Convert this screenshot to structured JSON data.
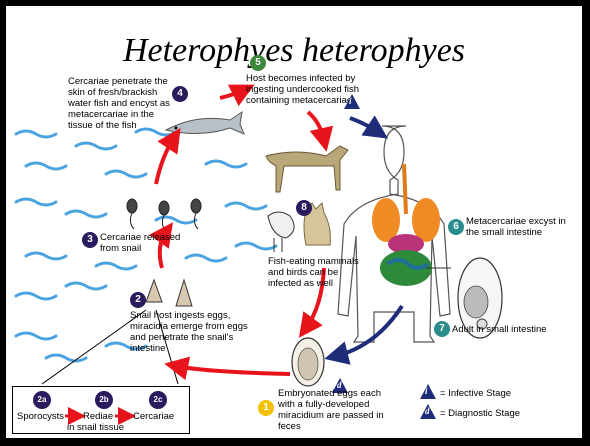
{
  "title": "Heterophyes heterophyes",
  "steps": {
    "s1": {
      "num": "1",
      "text": "Embryonated eggs each with a fully-developed miracidium are passed in feces"
    },
    "s2": {
      "num": "2",
      "text": "Snail host ingests eggs, miracidia emerge from eggs and penetrate the snail's intestine"
    },
    "s2a": {
      "num": "2a",
      "text": "Sporocysts"
    },
    "s2b": {
      "num": "2b",
      "text": "Rediae"
    },
    "s2c": {
      "num": "2c",
      "text": "Cercariae"
    },
    "snail_tissue": "in snail tissue",
    "s3": {
      "num": "3",
      "text": "Cercariae released from snail"
    },
    "s4": {
      "num": "4",
      "text": "Cercariae penetrate the skin of fresh/brackish water fish and encyst as metacercariae in the tissue of the fish"
    },
    "s5": {
      "num": "5",
      "text": "Host becomes infected by ingesting undercooked fish containing metacercariae"
    },
    "s6": {
      "num": "6",
      "text": "Metacercariae excyst in the small intestine"
    },
    "s7": {
      "num": "7",
      "text": "Adult in small intestine"
    },
    "s8": {
      "num": "8",
      "text": "Fish-eating mammals and birds can be infected as well"
    }
  },
  "legend": {
    "infective_symbol": "i",
    "infective": "= Infective Stage",
    "diagnostic_symbol": "d",
    "diagnostic": "= Diagnostic Stage"
  },
  "colors": {
    "red_arrow": "#e8141b",
    "blue_arrow": "#1e2c7a",
    "water": "#4aa3e0",
    "step_purple": "#2a1a5e",
    "step_teal": "#2b8c8c",
    "step_green": "#3a8a3a",
    "step_yellow": "#f2c200"
  }
}
